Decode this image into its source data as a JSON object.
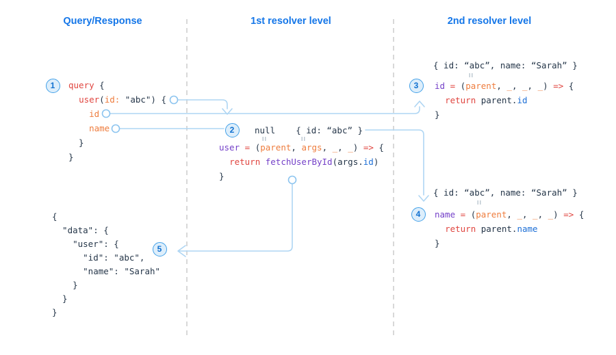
{
  "headers": [
    {
      "label": "Query/Response"
    },
    {
      "label": "1st resolver level"
    },
    {
      "label": "2nd resolver level"
    }
  ],
  "steps": {
    "s1": "1",
    "s2": "2",
    "s3": "3",
    "s4": "4",
    "s5": "5"
  },
  "colors": {
    "header_blue": "#1476e8",
    "code_navy": "#253649",
    "keyword_red": "#e0453f",
    "field_orange": "#ee7c3d",
    "resolver_purple": "#7440c8",
    "property_blue": "#1d6fd6",
    "arrow_blue": "#aed5f3",
    "badge_border": "#42a0e8"
  },
  "blocks": {
    "query": {
      "lines": [
        [
          {
            "t": "query",
            "c": "red"
          },
          {
            "t": " {",
            "c": "navy"
          }
        ],
        [
          {
            "t": "  ",
            "c": "navy"
          },
          {
            "t": "user",
            "c": "red"
          },
          {
            "t": "(",
            "c": "navy"
          },
          {
            "t": "id:",
            "c": "orange"
          },
          {
            "t": " \"abc\") {",
            "c": "navy"
          }
        ],
        [
          {
            "t": "    ",
            "c": "navy"
          },
          {
            "t": "id",
            "c": "orange"
          }
        ],
        [
          {
            "t": "    ",
            "c": "navy"
          },
          {
            "t": "name",
            "c": "orange"
          }
        ],
        [
          {
            "t": "  }",
            "c": "navy"
          }
        ],
        [
          {
            "t": "}",
            "c": "navy"
          }
        ]
      ]
    },
    "response": {
      "lines": [
        [
          {
            "t": "{",
            "c": "navy"
          }
        ],
        [
          {
            "t": "  \"data\": {",
            "c": "navy"
          }
        ],
        [
          {
            "t": "    \"user\": {",
            "c": "navy"
          }
        ],
        [
          {
            "t": "      \"id\": \"abc\",",
            "c": "navy"
          }
        ],
        [
          {
            "t": "      \"name\": \"Sarah\"",
            "c": "navy"
          }
        ],
        [
          {
            "t": "    }",
            "c": "navy"
          }
        ],
        [
          {
            "t": "  }",
            "c": "navy"
          }
        ],
        [
          {
            "t": "}",
            "c": "navy"
          }
        ]
      ]
    },
    "resolver1_args": {
      "lines": [
        [
          {
            "t": "null",
            "c": "navy"
          },
          {
            "t": "    ",
            "c": "navy"
          },
          {
            "t": "{ id: “abc” }",
            "c": "navy"
          }
        ]
      ]
    },
    "resolver1": {
      "lines": [
        [
          {
            "t": "user",
            "c": "purple"
          },
          {
            "t": " ",
            "c": "navy"
          },
          {
            "t": "=",
            "c": "red"
          },
          {
            "t": " (",
            "c": "navy"
          },
          {
            "t": "parent",
            "c": "orange"
          },
          {
            "t": ", ",
            "c": "navy"
          },
          {
            "t": "args",
            "c": "orange"
          },
          {
            "t": ", ",
            "c": "navy"
          },
          {
            "t": "_",
            "c": "orange"
          },
          {
            "t": ", ",
            "c": "navy"
          },
          {
            "t": "_",
            "c": "orange"
          },
          {
            "t": ") ",
            "c": "navy"
          },
          {
            "t": "=>",
            "c": "red"
          },
          {
            "t": " {",
            "c": "navy"
          }
        ],
        [
          {
            "t": "  ",
            "c": "navy"
          },
          {
            "t": "return",
            "c": "red"
          },
          {
            "t": " ",
            "c": "navy"
          },
          {
            "t": "fetchUserById",
            "c": "purple"
          },
          {
            "t": "(args.",
            "c": "navy"
          },
          {
            "t": "id",
            "c": "blue"
          },
          {
            "t": ")",
            "c": "navy"
          }
        ],
        [
          {
            "t": "}",
            "c": "navy"
          }
        ]
      ]
    },
    "resolver2a_input": {
      "lines": [
        [
          {
            "t": "{ id: “abc”, name: “Sarah” }",
            "c": "navy"
          }
        ]
      ]
    },
    "resolver2a": {
      "lines": [
        [
          {
            "t": "id",
            "c": "purple"
          },
          {
            "t": " ",
            "c": "navy"
          },
          {
            "t": "=",
            "c": "red"
          },
          {
            "t": " (",
            "c": "navy"
          },
          {
            "t": "parent",
            "c": "orange"
          },
          {
            "t": ", ",
            "c": "navy"
          },
          {
            "t": "_",
            "c": "orange"
          },
          {
            "t": ", ",
            "c": "navy"
          },
          {
            "t": "_",
            "c": "orange"
          },
          {
            "t": ", ",
            "c": "navy"
          },
          {
            "t": "_",
            "c": "orange"
          },
          {
            "t": ") ",
            "c": "navy"
          },
          {
            "t": "=>",
            "c": "red"
          },
          {
            "t": " {",
            "c": "navy"
          }
        ],
        [
          {
            "t": "  ",
            "c": "navy"
          },
          {
            "t": "return",
            "c": "red"
          },
          {
            "t": " parent.",
            "c": "navy"
          },
          {
            "t": "id",
            "c": "blue"
          }
        ],
        [
          {
            "t": "}",
            "c": "navy"
          }
        ]
      ]
    },
    "resolver2b_input": {
      "lines": [
        [
          {
            "t": "{ id: “abc”, name: “Sarah” }",
            "c": "navy"
          }
        ]
      ]
    },
    "resolver2b": {
      "lines": [
        [
          {
            "t": "name",
            "c": "purple"
          },
          {
            "t": " ",
            "c": "navy"
          },
          {
            "t": "=",
            "c": "red"
          },
          {
            "t": " (",
            "c": "navy"
          },
          {
            "t": "parent",
            "c": "orange"
          },
          {
            "t": ", ",
            "c": "navy"
          },
          {
            "t": "_",
            "c": "orange"
          },
          {
            "t": ", ",
            "c": "navy"
          },
          {
            "t": "_",
            "c": "orange"
          },
          {
            "t": ", ",
            "c": "navy"
          },
          {
            "t": "_",
            "c": "orange"
          },
          {
            "t": ") ",
            "c": "navy"
          },
          {
            "t": "=>",
            "c": "red"
          },
          {
            "t": " {",
            "c": "navy"
          }
        ],
        [
          {
            "t": "  ",
            "c": "navy"
          },
          {
            "t": "return",
            "c": "red"
          },
          {
            "t": " parent.",
            "c": "navy"
          },
          {
            "t": "name",
            "c": "blue"
          }
        ],
        [
          {
            "t": "}",
            "c": "navy"
          }
        ]
      ]
    }
  }
}
